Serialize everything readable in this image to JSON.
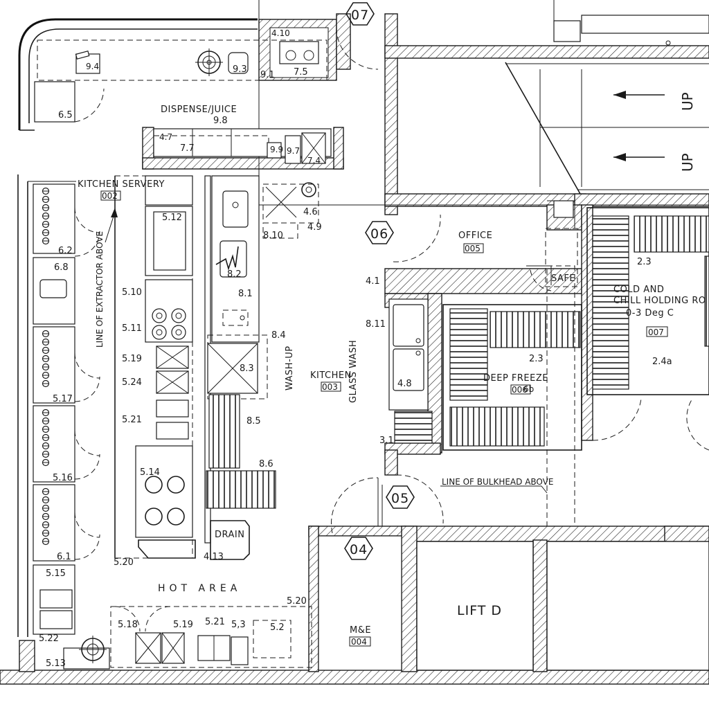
{
  "rooms": {
    "kitchen_servery": {
      "name": "KITCHEN SERVERY",
      "code": "002"
    },
    "kitchen": {
      "name": "KITCHEN",
      "code": "003"
    },
    "office": {
      "name": "OFFICE",
      "code": "005"
    },
    "deep_freeze": {
      "name": "DEEP FREEZE",
      "code": "006"
    },
    "cold_chill": {
      "line1": "COLD AND",
      "line2": "CHILL HOLDING RO",
      "line3": "0-3 Deg C",
      "code": "007"
    },
    "mande": {
      "name": "M&E",
      "code": "004"
    },
    "lift": {
      "name": "LIFT D"
    }
  },
  "areas": {
    "dispense": "DISPENSE/JUICE",
    "hot_area": "HOT AREA",
    "wash_up": "WASH-UP",
    "glass_wash": "GLASS WASH",
    "drain": "DRAIN",
    "safe": "SAFE"
  },
  "notes": {
    "extractor": "LINE OF EXTRACTOR ABOVE",
    "bulkhead": "LINE OF BULKHEAD ABOVE"
  },
  "stairs": {
    "up_1": "UP",
    "up_2": "UP"
  },
  "doors": {
    "d07": "07",
    "d06": "06",
    "d05": "05",
    "d04": "04"
  },
  "equipment": {
    "e410": "4.10",
    "e94": "9.4",
    "e93": "9.3",
    "e91": "9.1",
    "e75": "7.5",
    "e65": "6.5",
    "e98": "9.8",
    "e47": "4.7",
    "e77": "7.7",
    "e99": "9.9",
    "e97": "9.7",
    "e74": "7.4",
    "e512": "5.12",
    "e46": "4.6",
    "e49": "4.9",
    "e810": "8.10",
    "e62": "6.2",
    "e68": "6.8",
    "e510": "5.10",
    "e511": "5.11",
    "e82": "8.2",
    "e81": "8.1",
    "e519": "5.19",
    "e524": "5.24",
    "e84": "8.4",
    "e83": "8.3",
    "e517": "5.17",
    "e521": "5.21",
    "e85": "8.5",
    "e86": "8.6",
    "e514": "5.14",
    "e516": "5.16",
    "e61": "6.1",
    "e520": "5.20",
    "e413": "4.13",
    "e515": "5.15",
    "e520b": "5.20",
    "e518": "5.18",
    "e519b": "5.19",
    "e521b": "5.21",
    "e53": "5,3",
    "e52": "5.2",
    "e522": "5.22",
    "e513": "5.13",
    "e41": "4.1",
    "e811": "8.11",
    "e48": "4.8",
    "e31": "3.1",
    "e23": "2.3",
    "e23b": "2.3",
    "e24a": "2.4a",
    "e6b": "6b"
  }
}
